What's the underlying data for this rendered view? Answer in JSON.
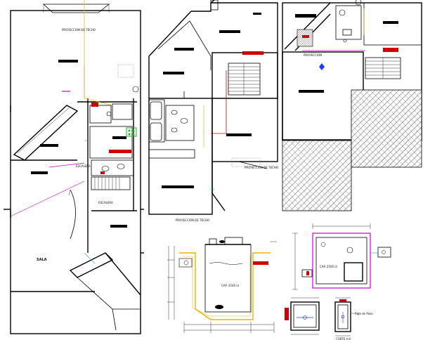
{
  "colors": {
    "wall": "#000000",
    "water_line": "#e8b400",
    "drain_line": "#d00000",
    "gas_line": "#cc00cc",
    "fixture_green": "#22aa22",
    "cyan_line": "#00aacc",
    "blue_marker": "#1a3cff",
    "hatch": "#444444",
    "background": "#ffffff"
  },
  "labels": {
    "sala": "SALA",
    "cap_tank_1": "CAP. 2500 Lt",
    "cap_tank_2": "CAP. 2500 Lt"
  },
  "icons": [
    "sink-icon",
    "toilet-icon",
    "shower-icon",
    "valve-icon",
    "meter-icon",
    "water-tank-icon"
  ]
}
